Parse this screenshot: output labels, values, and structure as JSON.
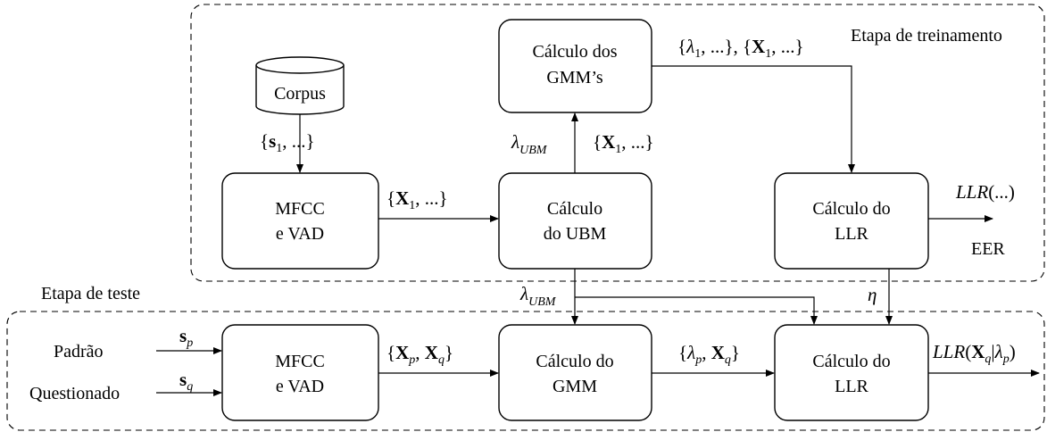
{
  "stages": {
    "training": "Etapa de treinamento",
    "test": "Etapa de teste"
  },
  "nodes": {
    "corpus": "Corpus",
    "mfcc_train": [
      "MFCC",
      "e VAD"
    ],
    "ubm": [
      "Cálculo",
      "do UBM"
    ],
    "gmms": [
      "Cálculo dos",
      "GMM’s"
    ],
    "llr_train": [
      "Cálculo do",
      "LLR"
    ],
    "mfcc_test": [
      "MFCC",
      "e VAD"
    ],
    "gmm_test": [
      "Cálculo do",
      "GMM"
    ],
    "llr_test": [
      "Cálculo do",
      "LLR"
    ]
  },
  "inputs": {
    "padrao": "Padrão",
    "questionado": "Questionado"
  },
  "outputs": {
    "eer": "EER"
  },
  "math_labels": {
    "s_set": "{s1, ...}",
    "x_set_train": "{X1, ...}",
    "lambda_ubm_up": "λUBM",
    "x_set_up": "{X1, ...}",
    "lambda_x_sets": "{λ1, ...}, {X1, ...}",
    "llr_dots": "LLR(...)",
    "lambda_ubm_down": "λUBM",
    "eta": "η",
    "s_p": "sp",
    "s_q": "sq",
    "xp_xq": "{Xp, Xq}",
    "lambdap_xq": "{λp, Xq}",
    "llr_final": "LLR(Xq|λp)"
  }
}
